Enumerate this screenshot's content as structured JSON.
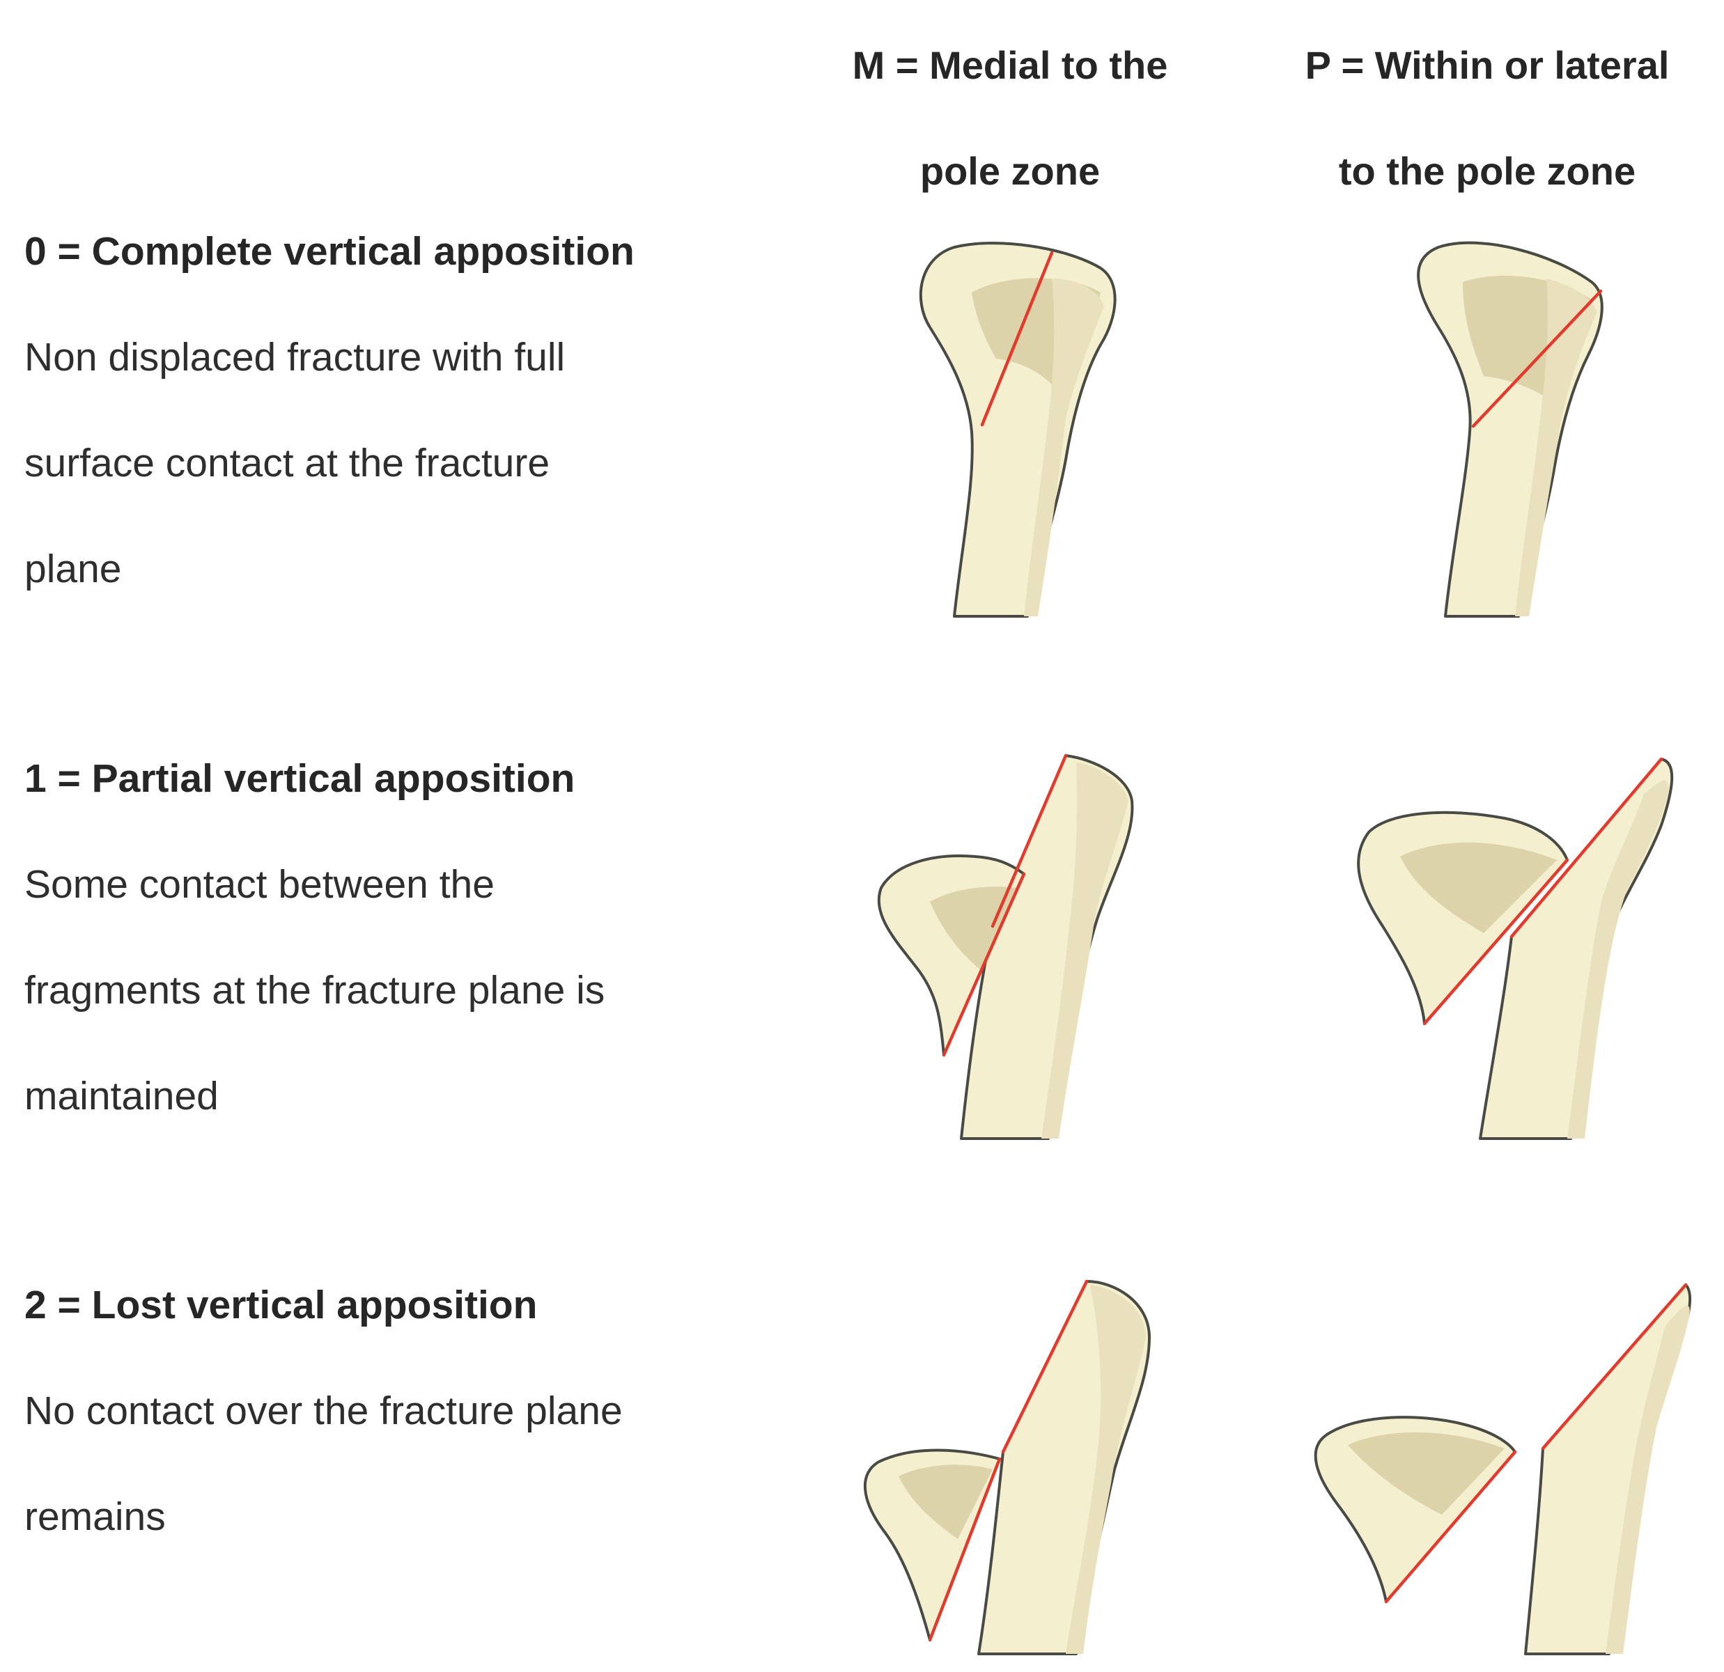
{
  "columns": {
    "medial": {
      "line1": "M = Medial to the",
      "line2": "pole zone"
    },
    "pole": {
      "line1": "P = Within or lateral",
      "line2": "to the pole zone"
    }
  },
  "rows": [
    {
      "grade": "0 = Complete vertical apposition",
      "description": [
        "Non displaced fracture with full",
        "surface contact at the fracture",
        "plane"
      ]
    },
    {
      "grade": "1 = Partial vertical apposition",
      "description": [
        "Some contact between the",
        "fragments at the fracture plane is",
        "maintained"
      ]
    },
    {
      "grade": "2 = Lost vertical apposition",
      "description": [
        "No contact over the fracture plane",
        "remains"
      ]
    }
  ],
  "colors": {
    "bone_fill": "#f4efcf",
    "bone_shade": "#ddd3aa",
    "fracture_line": "#e23b2e"
  }
}
